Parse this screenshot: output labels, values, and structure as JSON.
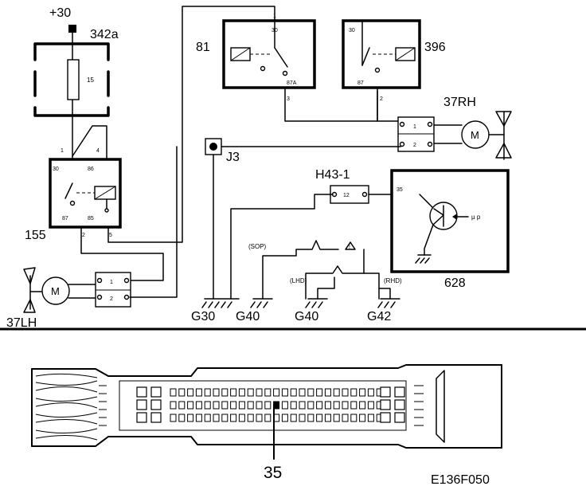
{
  "labels": {
    "plus30": "+30",
    "c342a": "342a",
    "fuse_num": "15",
    "c81": "81",
    "c396": "396",
    "c37rh": "37RH",
    "c155": "155",
    "c37lh": "37LH",
    "j3": "J3",
    "h43": "H43-1",
    "c628": "628",
    "g30": "G30",
    "g40a": "G40",
    "g40b": "G40",
    "g42": "G42",
    "sop": "(SOP)",
    "lhd": "(LHD)",
    "rhd": "(RHD)",
    "pin35_top": "35",
    "pin35_bottom": "35",
    "fig_id": "E136F050",
    "motor": "M",
    "pressure": "µ p"
  },
  "relay81": {
    "pin_in": "1",
    "p30": "30",
    "p87a": "87A",
    "pin_out": "3"
  },
  "relay396": {
    "p30": "30",
    "p87": "87",
    "pin_out": "2"
  },
  "relay155": {
    "p1": "1",
    "p4": "4",
    "p30": "30",
    "p86": "86",
    "p87": "87",
    "p85": "85",
    "p2": "2",
    "p5": "5"
  },
  "conn_rh": {
    "p1": "1",
    "p2": "2"
  },
  "conn_lh": {
    "p1": "1",
    "p2": "2"
  },
  "conn_h43": {
    "pin": "12"
  }
}
